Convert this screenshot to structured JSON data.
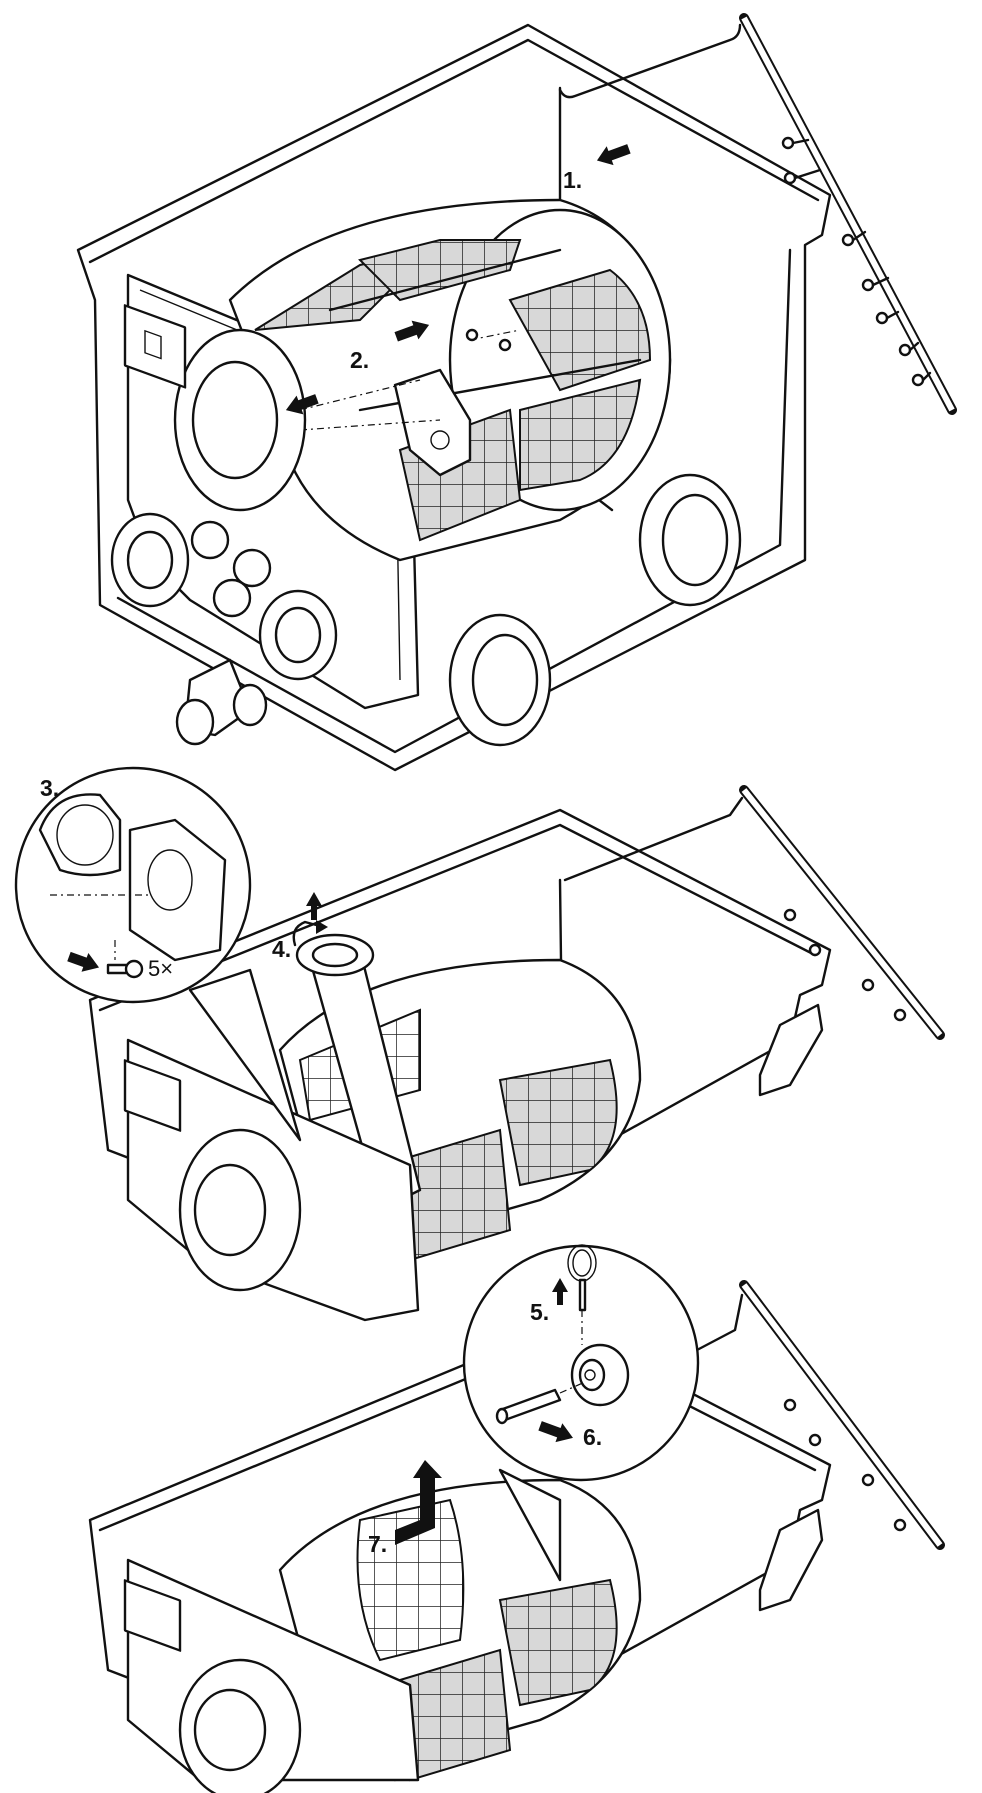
{
  "steps": {
    "s1": "1.",
    "s2": "2.",
    "s3": "3.",
    "s4": "4.",
    "s5": "5.",
    "s6": "6.",
    "s7": "7."
  },
  "screw_quantity": "5×",
  "icons": [
    "push-arrow-icon",
    "lift-arrow-icon",
    "rotate-arrow-icon",
    "screw-icon",
    "pin-icon",
    "ring-pin-icon"
  ]
}
